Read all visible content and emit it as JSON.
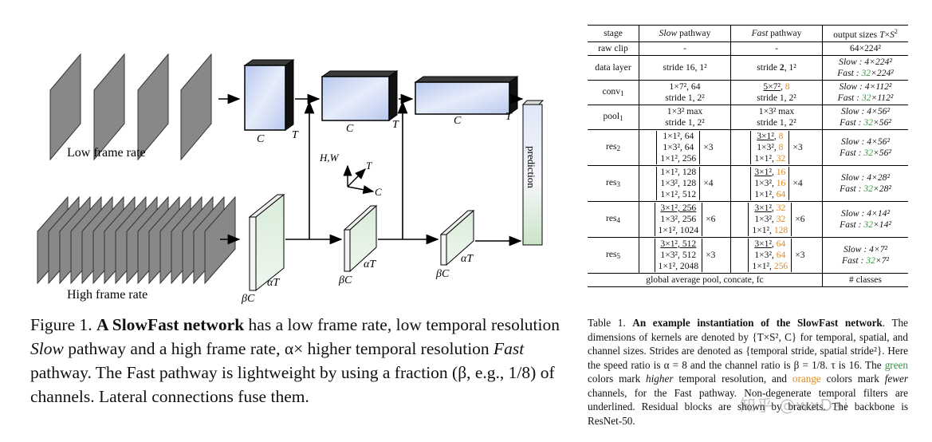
{
  "figure": {
    "labels": {
      "low_frame_rate": "Low frame rate",
      "high_frame_rate": "High frame rate",
      "C": "C",
      "T": "T",
      "alphaT": "αT",
      "betaC": "βC",
      "HW": "H,W",
      "prediction": "prediction"
    },
    "caption": {
      "prefix": "Figure 1.",
      "title": "A SlowFast network",
      "text1": " has a low frame rate, low temporal resolution ",
      "slow": "Slow",
      "text2": " pathway and a high frame rate, α× higher temporal resolution ",
      "fast": "Fast",
      "text3": " pathway. The Fast pathway is lightweight by using a fraction (β, e.g., 1/8) of channels. Lateral connections fuse them."
    }
  },
  "table": {
    "headers": [
      "stage",
      "Slow pathway",
      "Fast pathway",
      "output sizes T×S²"
    ],
    "rows": {
      "raw_clip": {
        "stage": "raw clip",
        "slow": "-",
        "fast": "-",
        "out": "64×224²"
      },
      "data_layer": {
        "stage": "data layer",
        "slow": "stride 16, 1²",
        "fast_a": "stride ",
        "fast_b": "2",
        "fast_c": ", 1²",
        "out_slow": "Slow : 4×224²",
        "out_fast_a": "Fast : ",
        "out_fast_b": "32",
        "out_fast_c": "×224²"
      },
      "conv1": {
        "stage": "conv",
        "sub": "1",
        "slow1": "1×7², 64",
        "slow2": "stride 1, 2²",
        "fast1a": "5×7²",
        "fast1b": ", ",
        "fast1c": "8",
        "fast2": "stride 1, 2²",
        "out_slow": "Slow : 4×112²",
        "out_fast_a": "Fast : ",
        "out_fast_b": "32",
        "out_fast_c": "×112²"
      },
      "pool1": {
        "stage": "pool",
        "sub": "1",
        "slow1": "1×3² max",
        "slow2": "stride 1, 2²",
        "fast1": "1×3² max",
        "fast2": "stride 1, 2²",
        "out_slow": "Slow : 4×56²",
        "out_fast_a": "Fast : ",
        "out_fast_b": "32",
        "out_fast_c": "×56²"
      },
      "res2": {
        "stage": "res",
        "sub": "2",
        "slow": [
          "1×1², 64",
          "1×3², 64",
          "1×1², 256"
        ],
        "slow_mul": "×3",
        "fast": [
          [
            "3×1²",
            ", ",
            "8"
          ],
          [
            "1×3²",
            ", ",
            "8"
          ],
          [
            "1×1²",
            ", ",
            "32"
          ]
        ],
        "fast_ul": [
          true,
          false,
          false
        ],
        "fast_mul": "×3",
        "out_slow": "Slow : 4×56²",
        "out_fast_a": "Fast : ",
        "out_fast_b": "32",
        "out_fast_c": "×56²"
      },
      "res3": {
        "stage": "res",
        "sub": "3",
        "slow": [
          "1×1², 128",
          "1×3², 128",
          "1×1², 512"
        ],
        "slow_mul": "×4",
        "fast": [
          [
            "3×1²",
            ", ",
            "16"
          ],
          [
            "1×3²",
            ", ",
            "16"
          ],
          [
            "1×1²",
            ", ",
            "64"
          ]
        ],
        "fast_ul": [
          true,
          false,
          false
        ],
        "fast_mul": "×4",
        "out_slow": "Slow : 4×28²",
        "out_fast_a": "Fast : ",
        "out_fast_b": "32",
        "out_fast_c": "×28²"
      },
      "res4": {
        "stage": "res",
        "sub": "4",
        "slow": [
          "3×1², 256",
          "1×3², 256",
          "1×1², 1024"
        ],
        "slow_ul": [
          true,
          false,
          false
        ],
        "slow_mul": "×6",
        "fast": [
          [
            "3×1²",
            ", ",
            "32"
          ],
          [
            "1×3²",
            ", ",
            "32"
          ],
          [
            "1×1²",
            ", ",
            "128"
          ]
        ],
        "fast_ul": [
          true,
          false,
          false
        ],
        "fast_mul": "×6",
        "out_slow": "Slow : 4×14²",
        "out_fast_a": "Fast : ",
        "out_fast_b": "32",
        "out_fast_c": "×14²"
      },
      "res5": {
        "stage": "res",
        "sub": "5",
        "slow": [
          "3×1², 512",
          "1×3², 512",
          "1×1², 2048"
        ],
        "slow_ul": [
          true,
          false,
          false
        ],
        "slow_mul": "×3",
        "fast": [
          [
            "3×1²",
            ", ",
            "64"
          ],
          [
            "1×3²",
            ", ",
            "64"
          ],
          [
            "1×1²",
            ", ",
            "256"
          ]
        ],
        "fast_ul": [
          true,
          false,
          false
        ],
        "fast_mul": "×3",
        "out_slow": "Slow : 4×7²",
        "out_fast_a": "Fast : ",
        "out_fast_b": "32",
        "out_fast_c": "×7²"
      },
      "final": {
        "left": "global average pool, concate, fc",
        "out": "# classes"
      }
    },
    "caption": {
      "prefix": "Table 1. ",
      "title": "An example instantiation of the SlowFast network",
      "t1": ". The dimensions of kernels are denoted by {T×S², C} for temporal, spatial, and channel sizes. Strides are denoted as {temporal stride, spatial stride²}.  Here the speed ratio is α = 8 and the channel ratio is β = 1/8. τ is 16. The ",
      "green": "green",
      "t2": " colors mark ",
      "higher": "higher",
      "t3": " temporal resolution, and ",
      "orange": "orange",
      "t4": " colors mark ",
      "fewer": "fewer",
      "t5": " channels, for the Fast pathway. Non-degenerate temporal filters are underlined. Residual blocks are shown by brackets. The backbone is ResNet-50."
    }
  },
  "watermark": "知乎 @wxDai",
  "colors": {
    "orange": "#e08a1e",
    "green": "#2e9a3a",
    "slow_block": "#c9d6f2",
    "fast_block": "#cfe6cf"
  }
}
